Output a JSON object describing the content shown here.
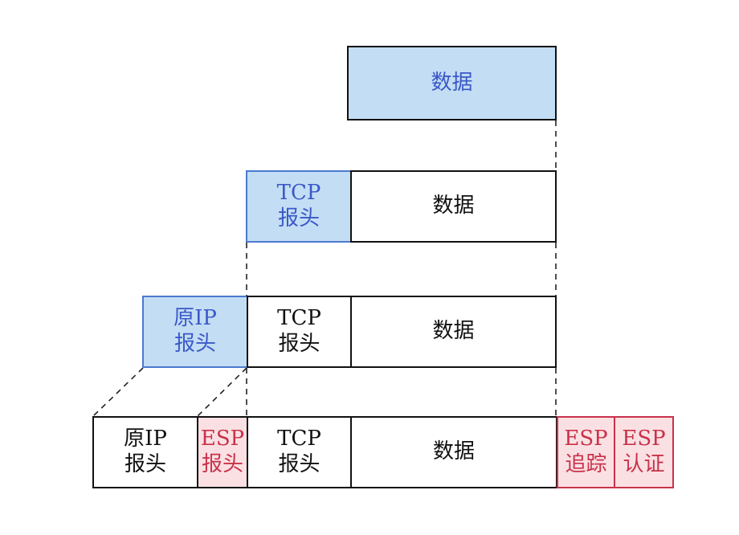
{
  "layers": {
    "row1": {
      "data": "数据"
    },
    "row2": {
      "tcp_header": "TCP\n报头",
      "data": "数据"
    },
    "row3": {
      "ip_header": "原IP\n报头",
      "tcp_header": "TCP\n报头",
      "data": "数据"
    },
    "row4": {
      "ip_header": "原IP\n报头",
      "esp_header": "ESP\n报头",
      "tcp_header": "TCP\n报头",
      "data": "数据",
      "esp_trailer": "ESP\n追踪",
      "esp_auth": "ESP\n认证"
    }
  },
  "colors": {
    "highlight_blue": "#c3def4",
    "blue_text": "#3b58c8",
    "esp_pink": "#fbe0e3",
    "esp_red": "#c8324a"
  }
}
